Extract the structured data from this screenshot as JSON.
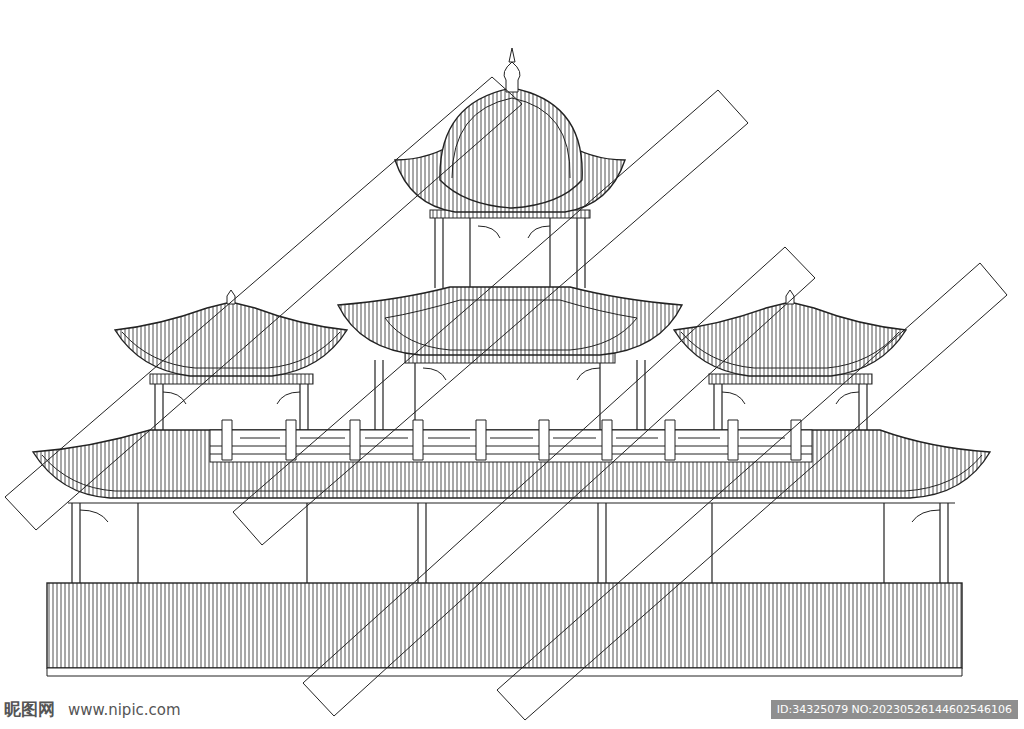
{
  "diagram": {
    "labels": [
      "昵图网",
      "www.nipic.com",
      "ID:34325079 NO:20230526144602546106"
    ]
  }
}
